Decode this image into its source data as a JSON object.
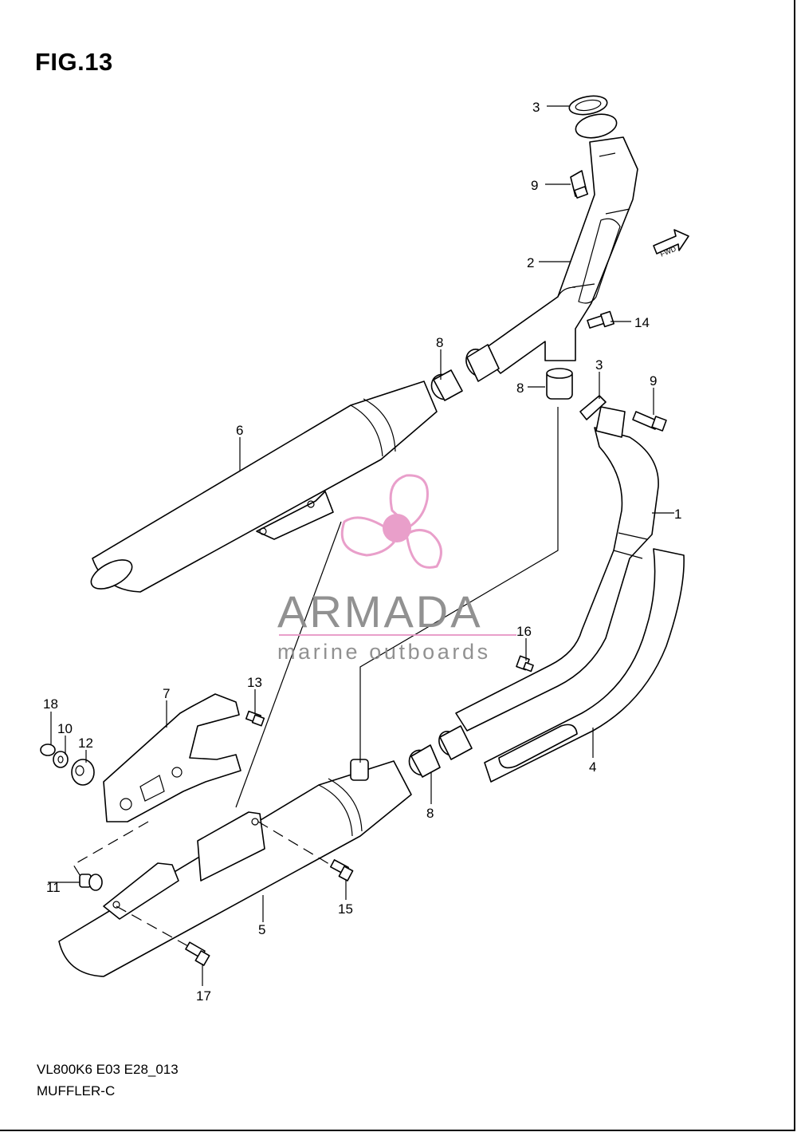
{
  "figure": {
    "title": "FIG.13",
    "model_code": "VL800K6 E03 E28_013",
    "section_name": "MUFFLER-C"
  },
  "watermark": {
    "brand": "ARMADA",
    "tagline": "marine outboards",
    "accent_color": "#e89ac8",
    "text_color": "#8c8c8c"
  },
  "direction_badge": {
    "label": "FWD"
  },
  "callouts": [
    {
      "id": "c3a",
      "label": "3"
    },
    {
      "id": "c9a",
      "label": "9"
    },
    {
      "id": "c2",
      "label": "2"
    },
    {
      "id": "c14",
      "label": "14"
    },
    {
      "id": "c8a",
      "label": "8"
    },
    {
      "id": "c8b",
      "label": "8"
    },
    {
      "id": "c3b",
      "label": "3"
    },
    {
      "id": "c9b",
      "label": "9"
    },
    {
      "id": "c6",
      "label": "6"
    },
    {
      "id": "c1",
      "label": "1"
    },
    {
      "id": "c16",
      "label": "16"
    },
    {
      "id": "c7",
      "label": "7"
    },
    {
      "id": "c13",
      "label": "13"
    },
    {
      "id": "c18",
      "label": "18"
    },
    {
      "id": "c10",
      "label": "10"
    },
    {
      "id": "c12",
      "label": "12"
    },
    {
      "id": "c4",
      "label": "4"
    },
    {
      "id": "c8c",
      "label": "8"
    },
    {
      "id": "c11",
      "label": "11"
    },
    {
      "id": "c15",
      "label": "15"
    },
    {
      "id": "c5",
      "label": "5"
    },
    {
      "id": "c17",
      "label": "17"
    }
  ]
}
